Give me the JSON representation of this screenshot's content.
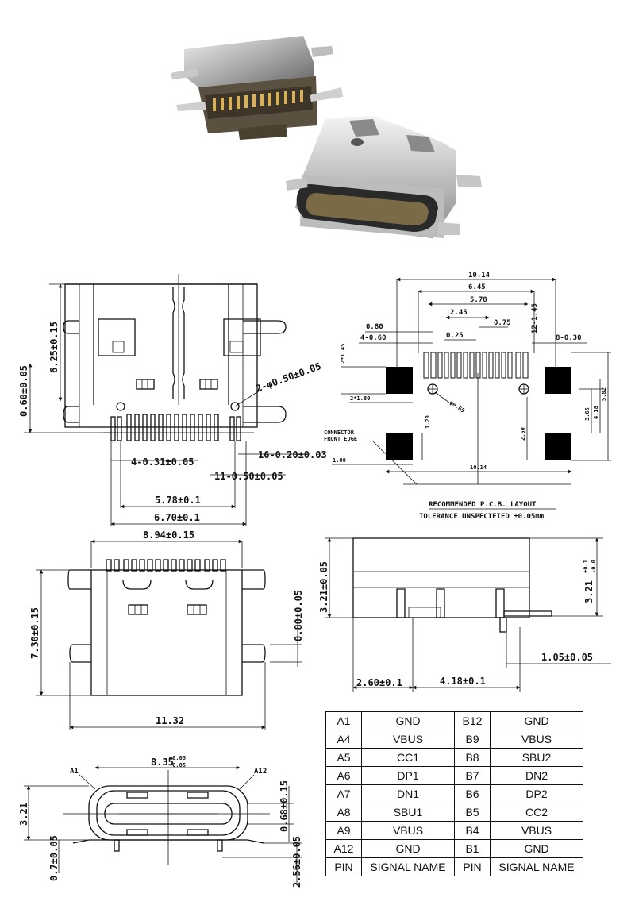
{
  "photo": {
    "description_icon": "usb-c-connector-photo-icon"
  },
  "top_view": {
    "dims": [
      "6.25±0.15",
      "0.60±0.05",
      "2-φ0.50±0.05",
      "4-0.31±0.05",
      "16-0.20±0.03",
      "11-0.50±0.05",
      "5.78±0.1",
      "6.70±0.1"
    ]
  },
  "pcb_layout": {
    "dims": [
      "10.14",
      "6.45",
      "5.78",
      "2.45",
      "0.80",
      "0.75",
      "4-0.60",
      "0.25",
      "12-1.45",
      "8-0.30",
      "2*1.45",
      "2*1.80",
      "φ0.65",
      "1.20",
      "1.80",
      "10.14",
      "2.60",
      "3.65",
      "4.18",
      "5.82"
    ],
    "connector_note": [
      "CONNECTOR",
      "FRONT EDGE"
    ],
    "title": "RECOMMENDED  P.C.B. LAYOUT",
    "subtitle": "TOLERANCE UNSPECIFIED ±0.05mm"
  },
  "front_view": {
    "dims": [
      "8.94±0.15",
      "7.30±0.15",
      "11.32"
    ]
  },
  "side_view": {
    "dims": [
      "3.21±0.05",
      "0.80±0.05",
      "3.21",
      "+0.1",
      "-0.0",
      "1.05±0.05",
      "2.60±0.1",
      "4.18±0.1"
    ]
  },
  "end_view": {
    "dims": [
      "A1",
      "A12",
      "8.35",
      "+0.05",
      "-0.05",
      "3.21",
      "0.68±0.15",
      "0.7±0.05",
      "2.56±0.05"
    ]
  },
  "pin_table": {
    "rows": [
      [
        "A1",
        "GND",
        "B12",
        "GND"
      ],
      [
        "A4",
        "VBUS",
        "B9",
        "VBUS"
      ],
      [
        "A5",
        "CC1",
        "B8",
        "SBU2"
      ],
      [
        "A6",
        "DP1",
        "B7",
        "DN2"
      ],
      [
        "A7",
        "DN1",
        "B6",
        "DP2"
      ],
      [
        "A8",
        "SBU1",
        "B5",
        "CC2"
      ],
      [
        "A9",
        "VBUS",
        "B4",
        "VBUS"
      ],
      [
        "A12",
        "GND",
        "B1",
        "GND"
      ]
    ],
    "header": [
      "PIN",
      "SIGNAL NAME",
      "PIN",
      "SIGNAL NAME"
    ]
  }
}
